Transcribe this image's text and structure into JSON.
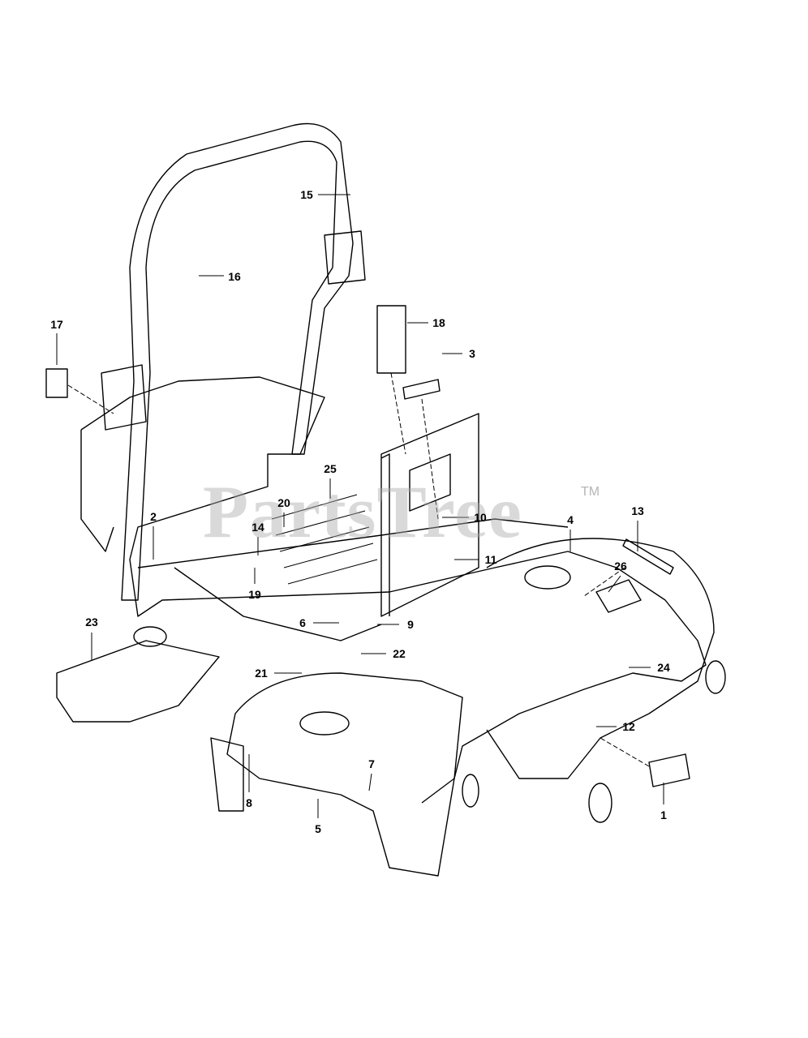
{
  "diagram": {
    "callouts": [
      "15",
      "16",
      "17",
      "18",
      "3",
      "25",
      "20",
      "14",
      "2",
      "10",
      "4",
      "13",
      "11",
      "26",
      "19",
      "6",
      "9",
      "23",
      "22",
      "21",
      "24",
      "12",
      "7",
      "8",
      "5",
      "1"
    ],
    "watermark": "PartsTree",
    "watermark_tm": "TM",
    "line_color": "#000000",
    "watermark_color": "#aaaaaa"
  }
}
